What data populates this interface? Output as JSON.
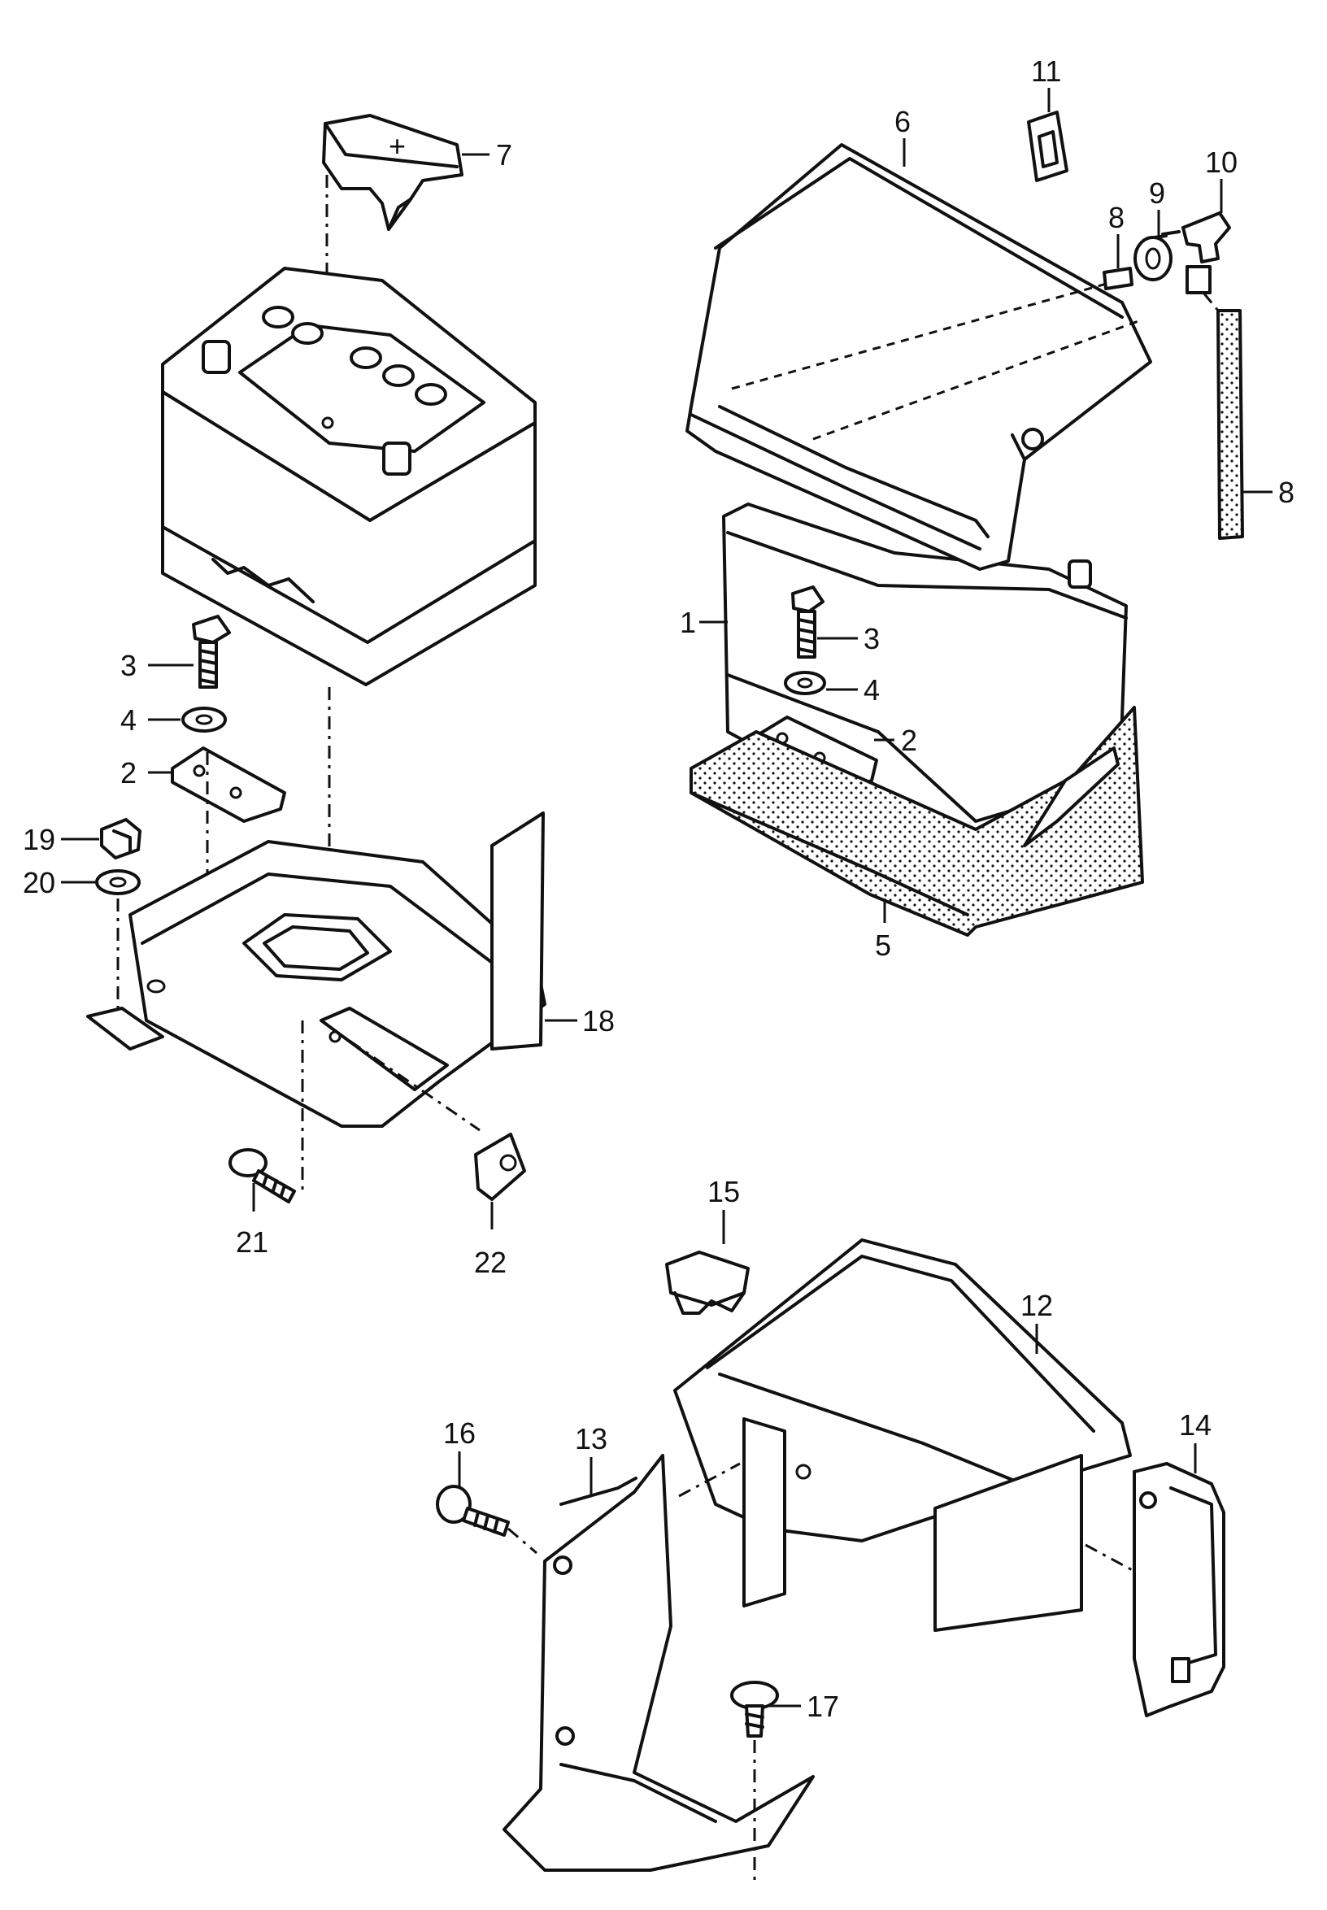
{
  "callouts": [
    {
      "id": "c7a",
      "label": "7"
    },
    {
      "id": "c3a",
      "label": "3"
    },
    {
      "id": "c4a",
      "label": "4"
    },
    {
      "id": "c2a",
      "label": "2"
    },
    {
      "id": "c19",
      "label": "19"
    },
    {
      "id": "c20",
      "label": "20"
    },
    {
      "id": "c18",
      "label": "18"
    },
    {
      "id": "c21",
      "label": "21"
    },
    {
      "id": "c22",
      "label": "22"
    },
    {
      "id": "c11",
      "label": "11"
    },
    {
      "id": "c6",
      "label": "6"
    },
    {
      "id": "c9",
      "label": "9"
    },
    {
      "id": "c10",
      "label": "10"
    },
    {
      "id": "c8a",
      "label": "8"
    },
    {
      "id": "c8b",
      "label": "8"
    },
    {
      "id": "c1",
      "label": "1"
    },
    {
      "id": "c3b",
      "label": "3"
    },
    {
      "id": "c4b",
      "label": "4"
    },
    {
      "id": "c2b",
      "label": "2"
    },
    {
      "id": "c5",
      "label": "5"
    },
    {
      "id": "c15",
      "label": "15"
    },
    {
      "id": "c12",
      "label": "12"
    },
    {
      "id": "c16",
      "label": "16"
    },
    {
      "id": "c13",
      "label": "13"
    },
    {
      "id": "c14",
      "label": "14"
    },
    {
      "id": "c17",
      "label": "17"
    }
  ],
  "battery_terminal_mark": "+"
}
